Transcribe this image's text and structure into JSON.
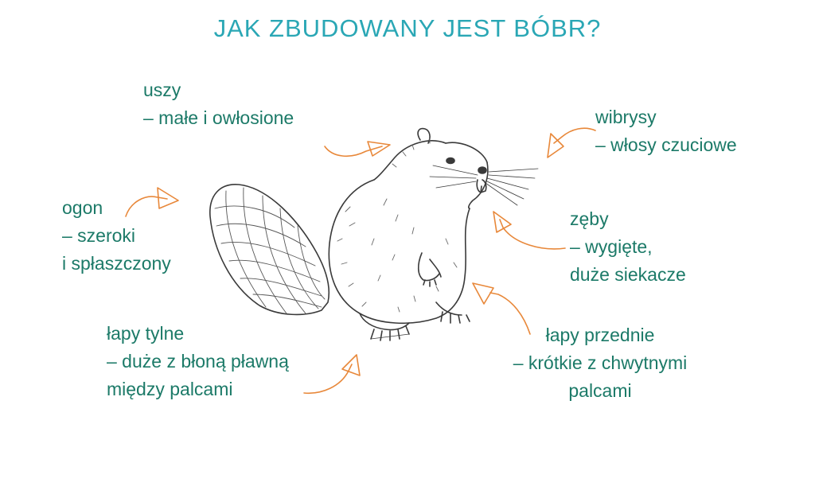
{
  "title": "JAK ZBUDOWANY JEST BÓBR?",
  "colors": {
    "title": "#2aa7b5",
    "label_text": "#1c7a68",
    "arrows": "#e8883a",
    "sketch": "#3a3a3a"
  },
  "illustration": "beaver-sketch",
  "labels": {
    "uszy": {
      "line1": "uszy",
      "line2": "– małe i owłosione"
    },
    "wibrysy": {
      "line1": "wibrysy",
      "line2": "– włosy czuciowe"
    },
    "ogon": {
      "line1": "ogon",
      "line2": "– szeroki",
      "line3": "i spłaszczony"
    },
    "zeby": {
      "line1": "zęby",
      "line2": "– wygięte,",
      "line3": "duże siekacze"
    },
    "lapy_tylne": {
      "line1": "łapy tylne",
      "line2": "– duże z błoną pławną",
      "line3": "między palcami"
    },
    "lapy_przednie": {
      "line1": "łapy przednie",
      "line2": "– krótkie z chwytnymi",
      "line3": "palcami"
    }
  }
}
